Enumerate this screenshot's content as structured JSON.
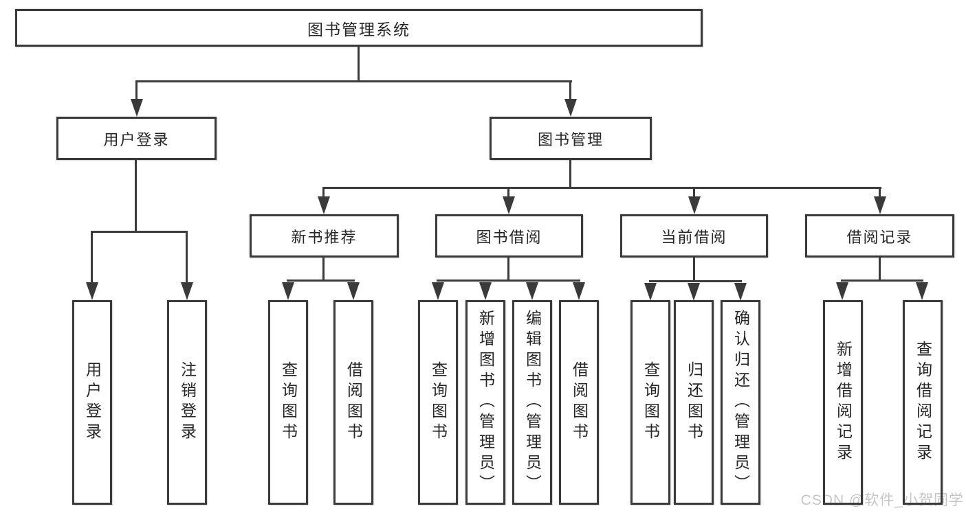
{
  "colors": {
    "line": "#3a3a3a",
    "text": "#262626",
    "box_fill": "#ffffff",
    "watermark": "#c6c6c6",
    "bg": "#ffffff"
  },
  "diagram": {
    "root": {
      "label": "图书管理系统"
    },
    "branches": [
      {
        "label": "用户登录",
        "parent": "图书管理系统"
      },
      {
        "label": "图书管理",
        "parent": "图书管理系统"
      }
    ],
    "sections": [
      {
        "label": "新书推荐",
        "parent": "图书管理"
      },
      {
        "label": "图书借阅",
        "parent": "图书管理"
      },
      {
        "label": "当前借阅",
        "parent": "图书管理"
      },
      {
        "label": "借阅记录",
        "parent": "图书管理"
      }
    ],
    "leaves": [
      {
        "label": "用户登录",
        "parent": "用户登录"
      },
      {
        "label": "注销登录",
        "parent": "用户登录"
      },
      {
        "label": "查询图书",
        "parent": "新书推荐"
      },
      {
        "label": "借阅图书",
        "parent": "新书推荐"
      },
      {
        "label": "查询图书",
        "parent": "图书借阅"
      },
      {
        "label": "新增图书（管理员）",
        "parent": "图书借阅"
      },
      {
        "label": "编辑图书（管理员）",
        "parent": "图书借阅"
      },
      {
        "label": "借阅图书",
        "parent": "图书借阅"
      },
      {
        "label": "查询图书",
        "parent": "当前借阅"
      },
      {
        "label": "归还图书",
        "parent": "当前借阅"
      },
      {
        "label": "确认归还（管理员）",
        "parent": "当前借阅"
      },
      {
        "label": "新增借阅记录",
        "parent": "借阅记录"
      },
      {
        "label": "查询借阅记录",
        "parent": "借阅记录"
      }
    ]
  },
  "watermark": {
    "text": "CSDN @软件_小贺同学"
  }
}
